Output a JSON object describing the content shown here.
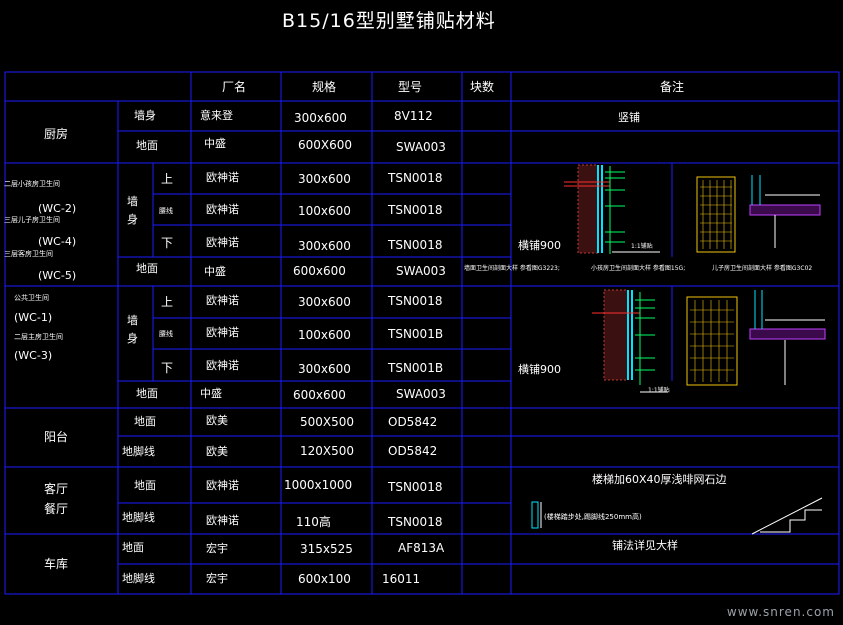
{
  "title": "B15/16型别墅铺贴材料",
  "header": {
    "factory": "厂名",
    "spec": "规格",
    "model": "型号",
    "count": "块数",
    "remark": "备注"
  },
  "rows": {
    "kitchen": {
      "room": "厨房",
      "wall": {
        "part": "墙身",
        "factory": "意来登",
        "spec": "300x600",
        "model": "8V112",
        "remark": "竖铺"
      },
      "floor": {
        "part": "地面",
        "factory": "中盛",
        "spec": "600X600",
        "model": "SWA003"
      }
    },
    "bath2": {
      "rooms": [
        "二层小孩房卫生间",
        "(WC-2)",
        "三层儿子房卫生间",
        "(WC-4)",
        "三层客房卫生间",
        "(WC-5)"
      ],
      "wall_label": [
        "墙",
        "身"
      ],
      "up": {
        "pos": "上",
        "factory": "欧神诺",
        "spec": "300x600",
        "model": "TSN0018"
      },
      "waist": {
        "pos": "腰线",
        "factory": "欧神诺",
        "spec": "100x600",
        "model": "TSN0018"
      },
      "down": {
        "pos": "下",
        "factory": "欧神诺",
        "spec": "300x600",
        "model": "TSN0018"
      },
      "floor": {
        "part": "地面",
        "factory": "中盛",
        "spec": "600x600",
        "model": "SWA003"
      },
      "remark": "横铺900"
    },
    "bath1": {
      "rooms": [
        "公共卫生间",
        "(WC-1)",
        "二层主房卫生间",
        "(WC-3)"
      ],
      "wall_label": [
        "墙",
        "身"
      ],
      "up": {
        "pos": "上",
        "factory": "欧神诺",
        "spec": "300x600",
        "model": "TSN0018"
      },
      "waist": {
        "pos": "腰线",
        "factory": "欧神诺",
        "spec": "100x600",
        "model": "TSN001B"
      },
      "down": {
        "pos": "下",
        "factory": "欧神诺",
        "spec": "300x600",
        "model": "TSN001B"
      },
      "floor": {
        "part": "地面",
        "factory": "中盛",
        "spec": "600x600",
        "model": "SWA003"
      },
      "remark": "横铺900"
    },
    "balcony": {
      "room": "阳台",
      "floor": {
        "part": "地面",
        "factory": "欧美",
        "spec": "500X500",
        "model": "OD5842"
      },
      "skirting": {
        "part": "地脚线",
        "factory": "欧美",
        "spec": "120X500",
        "model": "OD5842"
      }
    },
    "living": {
      "rooms": [
        "客厅",
        "餐厅"
      ],
      "floor": {
        "part": "地面",
        "factory": "欧神诺",
        "spec": "1000x1000",
        "model": "TSN0018",
        "remark": "楼梯加60X40厚浅啡网石边"
      },
      "skirting": {
        "part": "地脚线",
        "factory": "欧神诺",
        "spec": "110高",
        "model": "TSN0018",
        "remark": "(楼梯踏步处,踢脚线250mm高)"
      }
    },
    "garage": {
      "room": "车库",
      "floor": {
        "part": "地面",
        "factory": "宏宇",
        "spec": "315x525",
        "model": "AF813A",
        "remark": "铺法详见大样"
      },
      "skirting": {
        "part": "地脚线",
        "factory": "宏宇",
        "spec": "600x100",
        "model": "16011"
      }
    }
  },
  "details": {
    "caption1": "墙面卫生间剖面大样 参看图G3223;",
    "caption2": "小孩房卫生间剖面大样 参看图15G;",
    "caption3": "儿子房卫生间剖面大样 参看图G3C02",
    "note1": "1:1铺贴",
    "note2": "1:1铺贴"
  },
  "watermark": "www.snren.com"
}
